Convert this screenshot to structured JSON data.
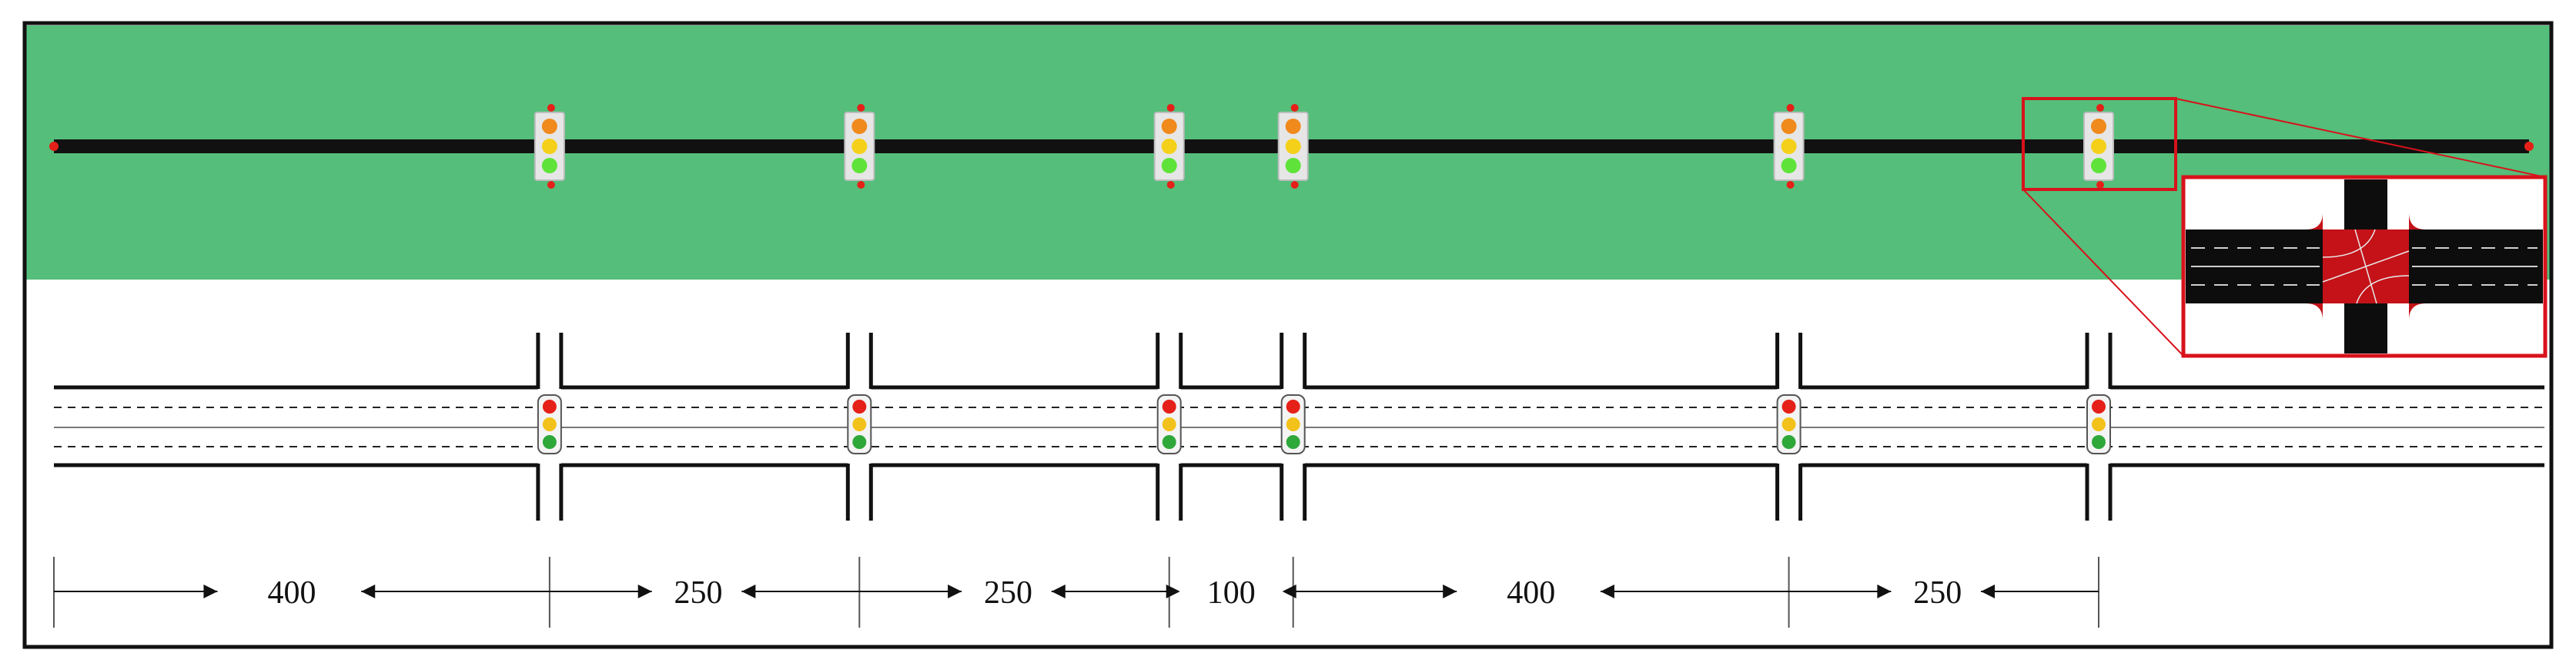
{
  "colors": {
    "grass": "#54be7a",
    "road": "#111111",
    "frame": "#111111",
    "highlight": "#d8121b",
    "signal_red": "#e52018",
    "signal_yellow": "#f2c21b",
    "signal_green": "#2fa83a",
    "signal_body": "#e6e6e6"
  },
  "icons": [
    "traffic-light-icon",
    "intersection-inset-icon",
    "arrow-left-icon",
    "arrow-right-icon"
  ],
  "segments": [
    {
      "label": "400",
      "length": 400
    },
    {
      "label": "250",
      "length": 250
    },
    {
      "label": "250",
      "length": 250
    },
    {
      "label": "100",
      "length": 100
    },
    {
      "label": "400",
      "length": 400
    },
    {
      "label": "250",
      "length": 250
    }
  ],
  "highlighted_intersection": 6
}
